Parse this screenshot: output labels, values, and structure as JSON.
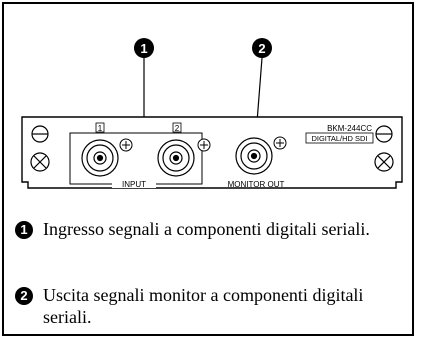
{
  "callouts": {
    "one": "1",
    "two": "2"
  },
  "panel": {
    "model": "BKM-244CC",
    "model_sub": "DIGITAL/HD SDI",
    "input_label": "INPUT",
    "input_1": "1",
    "input_2": "2",
    "monitor_out_label": "MONITOR OUT"
  },
  "captions": [
    {
      "number": "1",
      "text": "Ingresso segnali a componenti digitali seriali."
    },
    {
      "number": "2",
      "text": "Uscita segnali monitor a componenti digitali seriali."
    }
  ]
}
